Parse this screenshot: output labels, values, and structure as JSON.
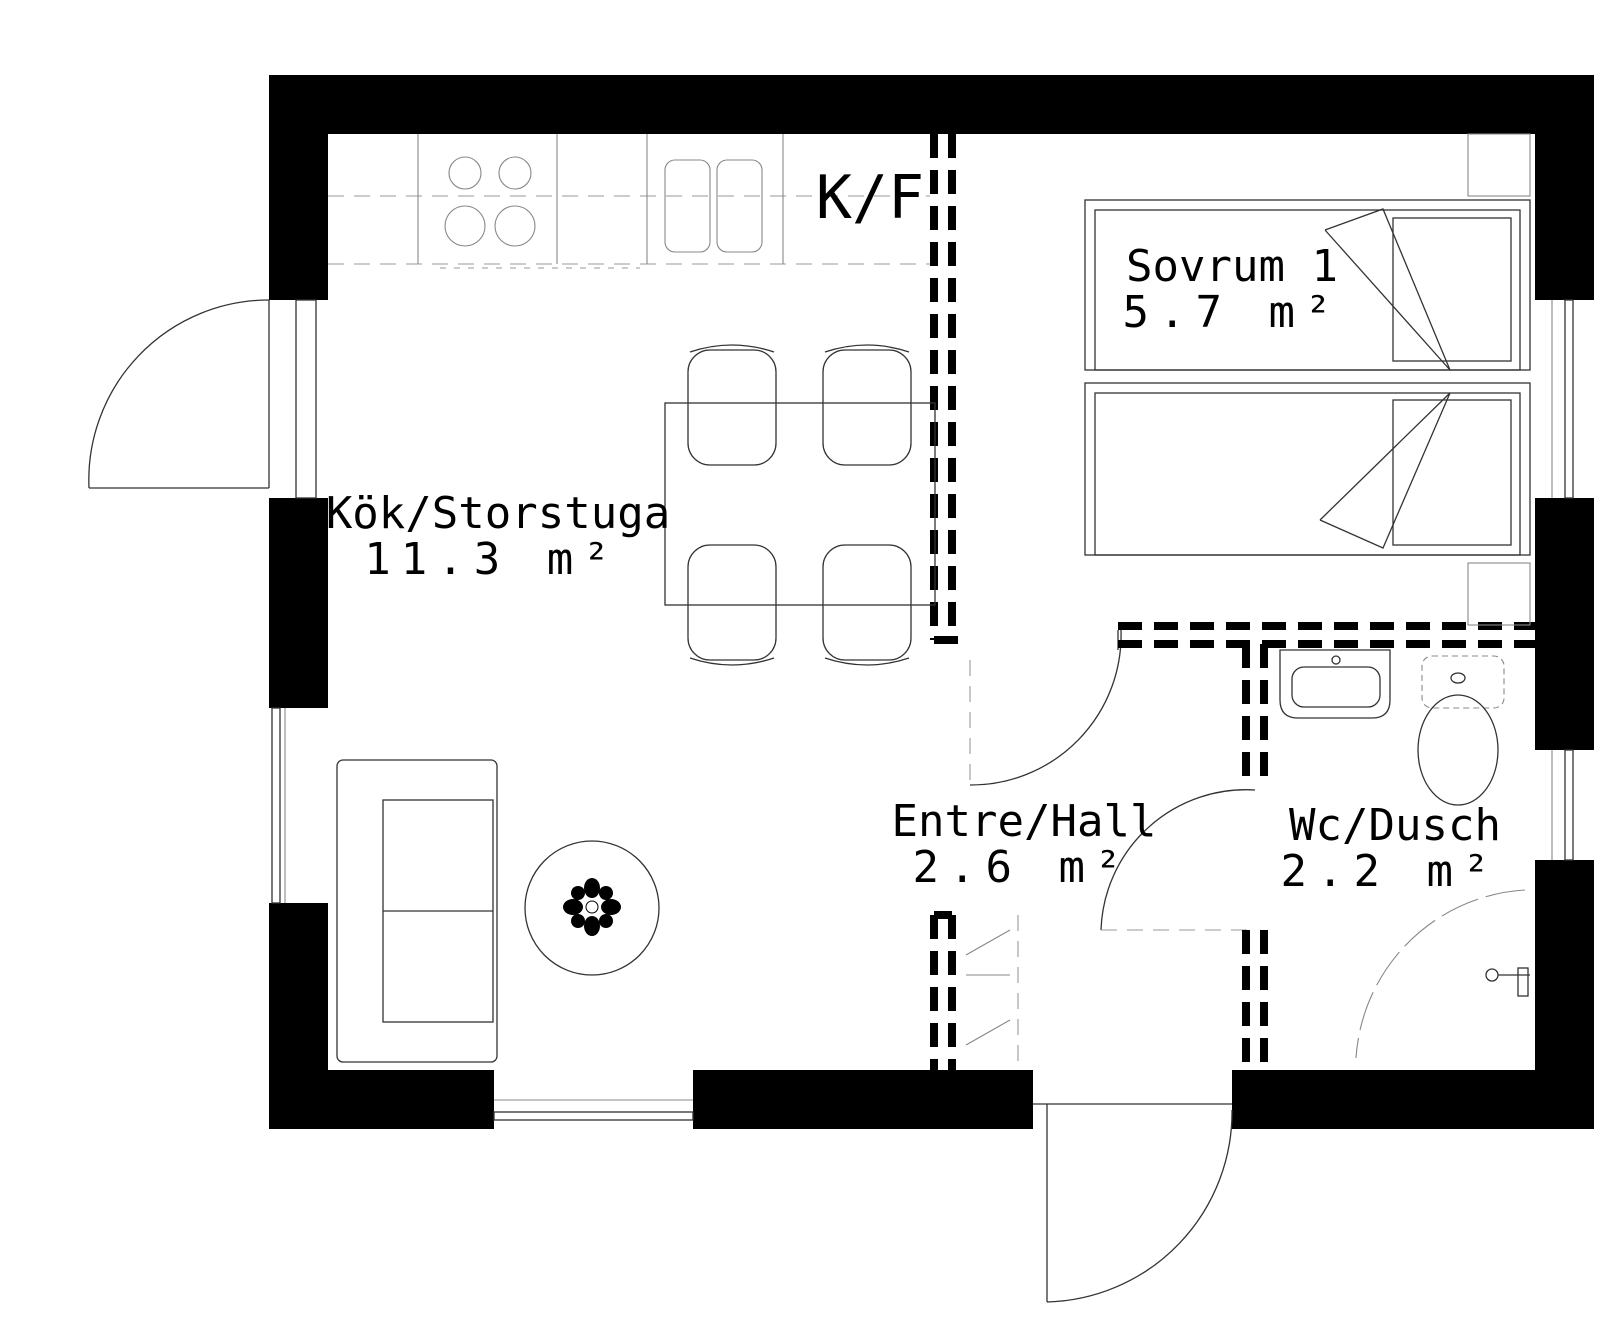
{
  "rooms": {
    "kok": {
      "name": "Kök/Storstuga",
      "area": "11.3 m²"
    },
    "sovrum": {
      "name": "Sovrum 1",
      "area": "5.7 m²"
    },
    "entre": {
      "name": "Entre/Hall",
      "area": "2.6 m²"
    },
    "wc": {
      "name": "Wc/Dusch",
      "area": "2.2 m²"
    }
  },
  "labels": {
    "fridge_freezer": "K/F"
  }
}
